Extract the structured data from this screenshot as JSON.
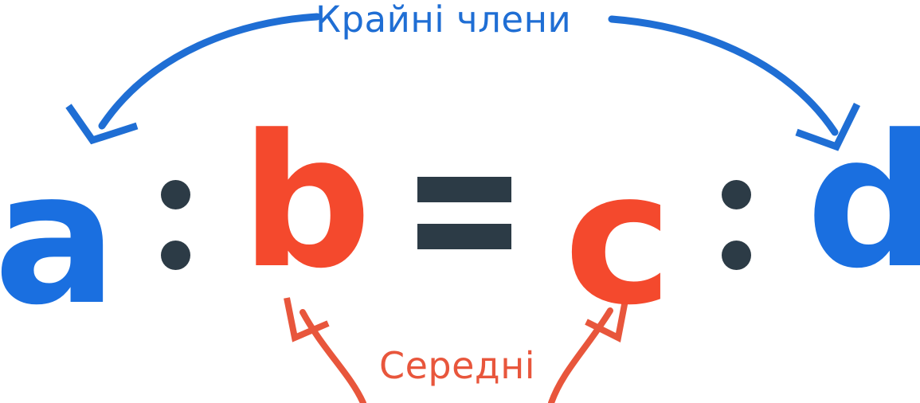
{
  "diagram": {
    "title_visible": false,
    "background_color": "#ffffff",
    "subject": "proportion-terms",
    "language": "uk"
  },
  "equation": {
    "terms": [
      {
        "id": "a",
        "text": "a",
        "role": "extreme",
        "color": "#1a6fe0"
      },
      {
        "id": "b",
        "text": "b",
        "role": "mean",
        "color": "#f4492d"
      },
      {
        "id": "c",
        "text": "c",
        "role": "mean",
        "color": "#f4492d"
      },
      {
        "id": "d",
        "text": "d",
        "role": "extreme",
        "color": "#1a6fe0"
      }
    ],
    "operators": {
      "ratio_symbol": ":",
      "equals_symbol": "=",
      "operator_color": "#2c3b46"
    },
    "full_expression": "a : b = c : d"
  },
  "annotations": {
    "extremes": {
      "label": "Крайні члени",
      "color": "#1f6ed4",
      "points_to": [
        "a",
        "d"
      ],
      "arrow_count": 2
    },
    "means": {
      "label": "Середні",
      "color": "#e8563c",
      "points_to": [
        "b",
        "c"
      ],
      "arrow_count": 2
    }
  },
  "palette": {
    "blue": "#1a6fe0",
    "blue_arrow": "#1f6ed4",
    "red": "#f4492d",
    "red_arrow": "#e8563c",
    "dark_slate": "#2c3b46",
    "white": "#ffffff"
  }
}
